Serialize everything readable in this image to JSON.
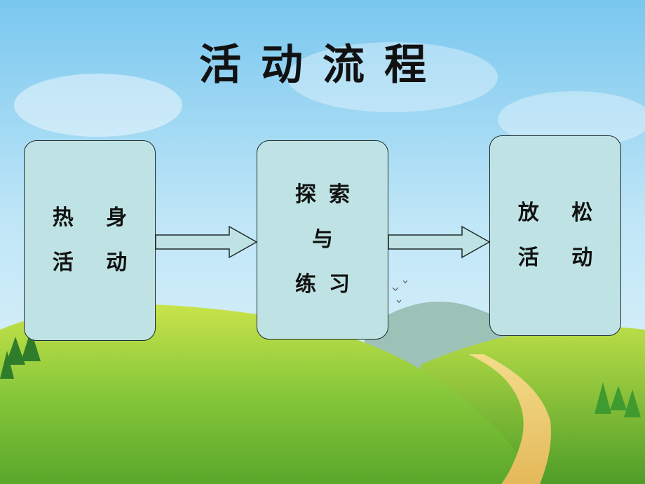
{
  "title": "活动流程",
  "steps": [
    {
      "lines": [
        "热 身",
        "活 动"
      ]
    },
    {
      "lines": [
        "探索",
        "与",
        "练习"
      ]
    },
    {
      "lines": [
        "放 松",
        "活 动"
      ]
    }
  ],
  "colors": {
    "box_fill": "#bfe3e4",
    "arrow_fill": "#bfe3e4",
    "sky": "#7cc8ee",
    "grass": "#7cc23a"
  }
}
